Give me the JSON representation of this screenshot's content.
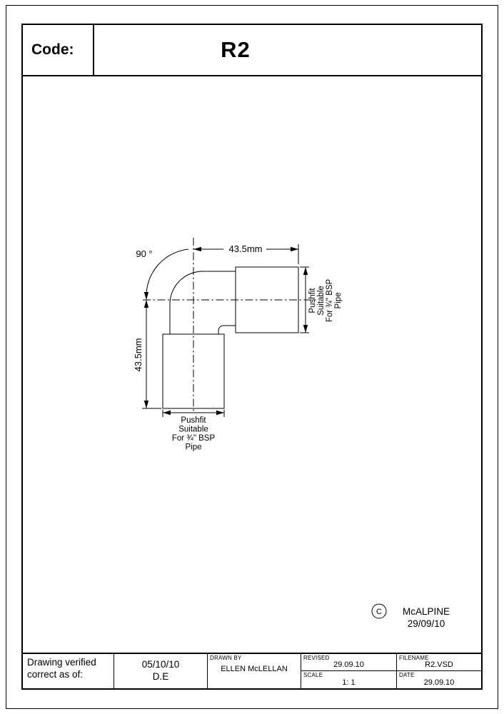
{
  "sheet": {
    "code_label": "Code:",
    "code_value": "R2"
  },
  "drawing": {
    "angle_label": "90 °",
    "dim_top": "43.5mm",
    "dim_left": "43.5mm",
    "bottom_label": [
      "Pushfit",
      "Suitable",
      "For ¾\" BSP",
      "Pipe"
    ],
    "right_label": [
      "Pushfit",
      "Suitable",
      "For ¾\" BSP",
      "Pipe"
    ]
  },
  "stamp": {
    "copyright_symbol": "C",
    "company": "McALPINE",
    "date": "29/09/10"
  },
  "footer": {
    "verified": {
      "label_line1": "Drawing verified",
      "label_line2": "correct as of:",
      "date": "05/10/10",
      "initials": "D.E"
    },
    "drawn_by": {
      "label": "DRAWN BY",
      "value": "ELLEN McLELLAN"
    },
    "revised": {
      "label": "REVISED",
      "value": "29.09.10"
    },
    "scale": {
      "label": "SCALE",
      "value": "1: 1"
    },
    "filename": {
      "label": "FILENAME",
      "value": "R2.VSD"
    },
    "date": {
      "label": "DATE",
      "value": "29.09.10"
    }
  }
}
